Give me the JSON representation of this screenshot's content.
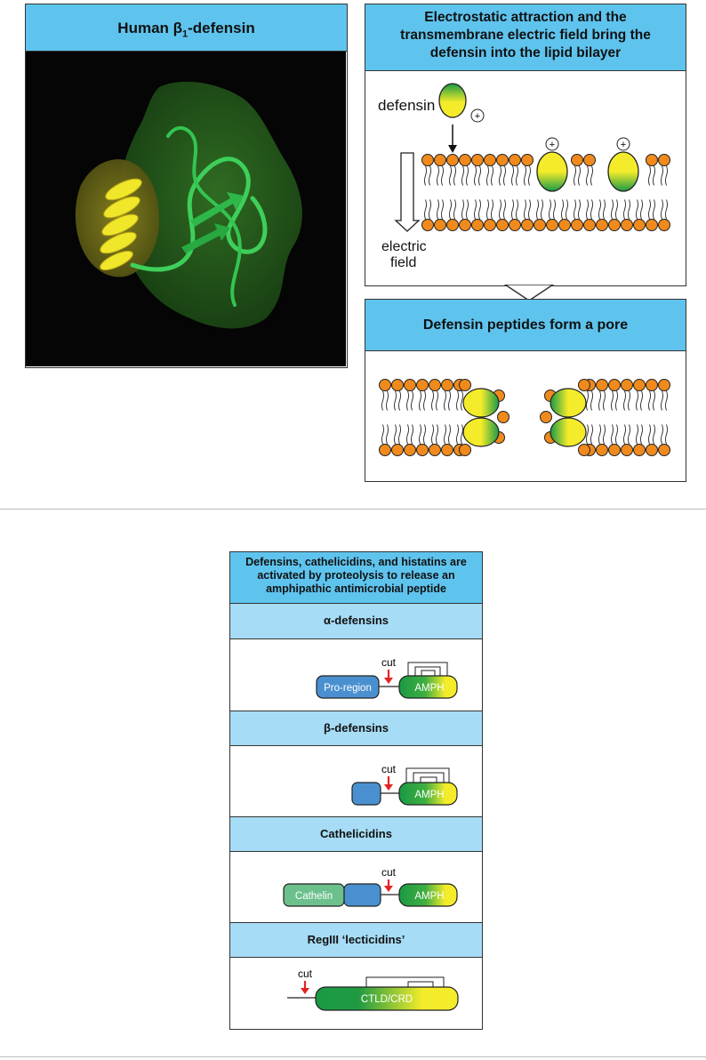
{
  "figure_top": {
    "structure_panel": {
      "title": "Human β",
      "title_sub": "1",
      "title_suffix": "-defensin"
    },
    "attraction_panel": {
      "title": "Electrostatic attraction and the transmembrane electric field bring the defensin into the lipid bilayer",
      "defensin_label": "defensin",
      "field_label_line1": "electric",
      "field_label_line2": "field",
      "charge_symbol": "+"
    },
    "pore_panel": {
      "title": "Defensin peptides form a pore"
    }
  },
  "figure_bottom": {
    "title": "Defensins, cathelicidins, and histatins are activated by proteolysis to release an amphipathic antimicrobial peptide",
    "sections": [
      {
        "name": "α-defensins",
        "cut_label": "cut",
        "pro_label": "Pro-region",
        "peptide_label": "AMPH"
      },
      {
        "name": "β-defensins",
        "cut_label": "cut",
        "peptide_label": "AMPH"
      },
      {
        "name": "Cathelicidins",
        "cut_label": "cut",
        "pro_label": "Cathelin",
        "peptide_label": "AMPH"
      },
      {
        "name": "RegIII ‘lecticidins’",
        "cut_label": "cut",
        "peptide_label": "CTLD/CRD"
      }
    ]
  },
  "colors": {
    "header_blue": "#5ec4ee",
    "header_light_blue": "#a6dcf5",
    "lipid_head_orange": "#f08a1c",
    "peptide_green": "#1a9a45",
    "peptide_yellow": "#f4ec2a",
    "pro_region_blue": "#4a90d0",
    "cathelin_green": "#6cc08c",
    "cut_arrow_red": "#e52222"
  }
}
